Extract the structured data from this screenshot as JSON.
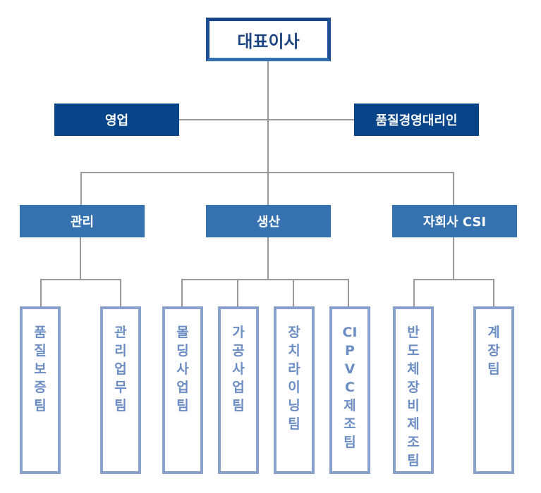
{
  "diagram": {
    "type": "org-chart",
    "ceo": {
      "label": "대표이사"
    },
    "advisors": [
      {
        "label": "영업"
      },
      {
        "label": "품질경영대리인"
      }
    ],
    "departments": [
      {
        "label": "관리",
        "teams": [
          "품질보증팀",
          "관리업무팀"
        ]
      },
      {
        "label": "생산",
        "teams": [
          "몰딩사업팀",
          "가공사업팀",
          "장치라이닝팀",
          "CIPVC제조팀"
        ]
      },
      {
        "label": "자회사 CSI",
        "teams": [
          "반도체장비제조팀",
          "계장팀"
        ]
      }
    ],
    "colors": {
      "ceo_border": "#1e4f94",
      "advisor_fill": "#06458a",
      "department_fill": "#3672b0",
      "team_border": "#8aa2cb",
      "team_text": "#6c8dc3",
      "connector": "#999999"
    }
  }
}
